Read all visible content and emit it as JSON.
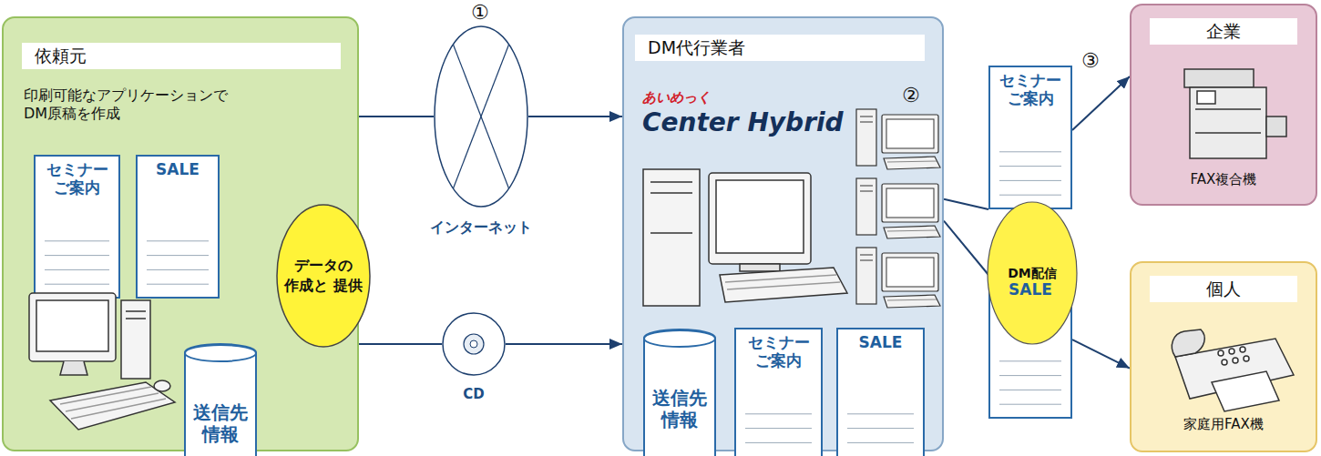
{
  "diagram": {
    "nodes": [
      {
        "text": [
          "依頼元",
          "印刷可能なアプリケーションで DM原稿を作成"
        ]
      },
      {
        "text": [
          "セミナー ご案内"
        ],
        "in": 0
      },
      {
        "text": [
          "SALE"
        ],
        "in": 0
      },
      {
        "text": [
          "データの 作成と 提供"
        ],
        "in": 0
      },
      {
        "text": [
          "送信先 情報"
        ],
        "in": 0
      },
      {
        "text": [
          "インターネット"
        ]
      },
      {
        "text": [
          "CD"
        ]
      },
      {
        "text": [
          "DM代行業者",
          "あいめっく",
          "Center Hybrid"
        ]
      },
      {
        "text": [
          "送信先 情報"
        ],
        "in": 7
      },
      {
        "text": [
          "セミナー ご案内"
        ],
        "in": 7
      },
      {
        "text": [
          "SALE"
        ],
        "in": 7
      },
      {
        "text": [
          "セミナー ご案内"
        ]
      },
      {
        "text": [
          "SALE"
        ]
      },
      {
        "text": [
          "DM配信"
        ]
      },
      {
        "text": [
          "企業",
          "FAX複合機"
        ]
      },
      {
        "text": [
          "個人",
          "家庭用FAX機"
        ]
      }
    ],
    "edges": [
      {
        "from": 0,
        "to": 5,
        "arrow": "none"
      },
      {
        "from": 5,
        "to": 7,
        "arrow": "to"
      },
      {
        "from": 0,
        "to": 6,
        "arrow": "none"
      },
      {
        "from": 6,
        "to": 7,
        "arrow": "to"
      },
      {
        "from": 7,
        "to": 11,
        "arrow": "none"
      },
      {
        "from": 7,
        "to": 12,
        "arrow": "none"
      },
      {
        "from": 11,
        "to": 14,
        "arrow": "to"
      },
      {
        "from": 12,
        "to": 15,
        "arrow": "to"
      }
    ],
    "labels": [
      "①",
      "②",
      "③"
    ]
  }
}
